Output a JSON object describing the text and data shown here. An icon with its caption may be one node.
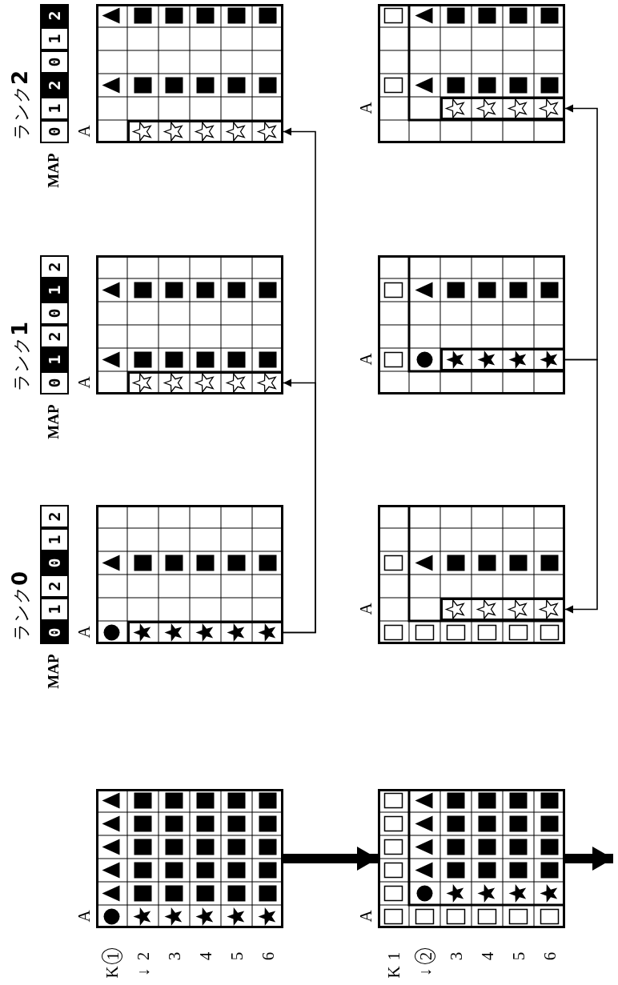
{
  "diagram": {
    "nodes": [
      {
        "text": [],
        "shape": "grid"
      },
      {
        "text": [],
        "shape": "grid"
      },
      {
        "text": [],
        "shape": "box",
        "in": 1
      },
      {
        "text": [],
        "shape": "grid"
      },
      {
        "text": [],
        "shape": "box",
        "in": 3
      },
      {
        "text": [],
        "shape": "grid"
      },
      {
        "text": [],
        "shape": "box",
        "in": 5
      },
      {
        "text": [],
        "shape": "grid"
      },
      {
        "text": [],
        "shape": "grid"
      },
      {
        "text": [],
        "shape": "box",
        "in": 8
      },
      {
        "text": [],
        "shape": "grid"
      },
      {
        "text": [],
        "shape": "box",
        "in": 10
      },
      {
        "text": [],
        "shape": "grid"
      },
      {
        "text": [],
        "shape": "box",
        "in": 12
      }
    ],
    "edges": [
      {
        "from": 0,
        "to": 7,
        "arrow": "to",
        "style": "thick"
      },
      {
        "from": 7,
        "to": null,
        "arrow": "to",
        "style": "thick"
      },
      {
        "from": 2,
        "to": 4,
        "arrow": "to"
      },
      {
        "from": 2,
        "to": 6,
        "arrow": "to"
      },
      {
        "from": 11,
        "to": 9,
        "arrow": "to"
      },
      {
        "from": 11,
        "to": 13,
        "arrow": "to"
      }
    ],
    "labels": [
      "K",
      "1",
      "↓",
      "2",
      "3",
      "4",
      "5",
      "6",
      "A",
      "MAP",
      "ランク**0**",
      "0",
      "1",
      "2",
      "0",
      "1",
      "2",
      "A",
      "MAP",
      "ランク**1**",
      "0",
      "1",
      "2",
      "0",
      "1",
      "2",
      "A",
      "MAP",
      "ランク**2**",
      "0",
      "1",
      "2",
      "0",
      "1",
      "2",
      "A",
      "K",
      "1",
      "↓",
      "2",
      "3",
      "4",
      "5",
      "6",
      "A",
      "A",
      "A",
      "A"
    ]
  }
}
